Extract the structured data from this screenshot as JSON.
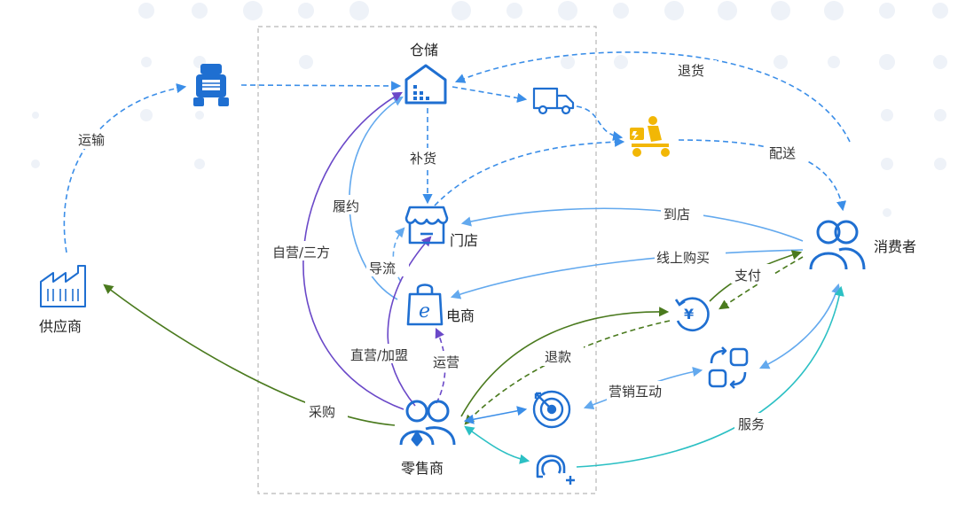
{
  "nodes": {
    "warehouse": "仓储",
    "store": "门店",
    "ecommerce": "电商",
    "retailer": "零售商",
    "supplier": "供应商",
    "consumer": "消费者"
  },
  "edges": {
    "transport": "运输",
    "return_goods": "退货",
    "delivery": "配送",
    "replenish": "补货",
    "fulfill": "履约",
    "self_third": "自营/三方",
    "to_store": "到店",
    "online_buy": "线上购买",
    "pay": "支付",
    "guide": "导流",
    "direct_franchise": "直营/加盟",
    "operate": "运营",
    "refund": "退款",
    "marketing": "营销互动",
    "purchase": "采购",
    "service": "服务"
  },
  "colors": {
    "blue": "#3b8ee8",
    "light_blue": "#63a9ee",
    "green": "#4a7a1e",
    "purple": "#6a48c8",
    "teal": "#2cc0c4",
    "yellow": "#f2b705",
    "icon_blue": "#1f6fd1"
  },
  "icons": [
    "truck-icon",
    "warehouse-icon",
    "van-icon",
    "scooter-courier-icon",
    "store-icon",
    "ecommerce-bag-icon",
    "factory-icon",
    "retailer-users-icon",
    "consumer-users-icon",
    "yuan-cycle-icon",
    "target-icon",
    "exchange-icon",
    "headset-service-icon"
  ]
}
